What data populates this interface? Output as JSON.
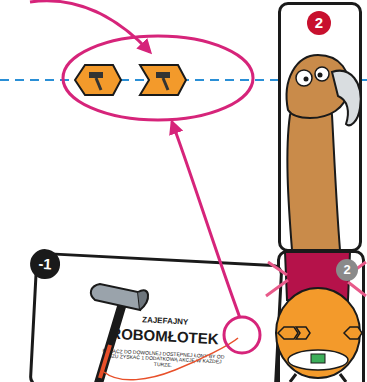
{
  "diagram": {
    "nodes": [
      {
        "text": [
          "2"
        ]
      },
      {
        "text": [
          "2"
        ]
      },
      {
        "text": [
          "-1",
          "ZAJEFAJNY",
          "ROBOMŁOTEK",
          "POŁĄCZ DO DOWOLNEJ DOSTĘPNEJ ŁONY BY OD RAZU ZYSKAĆ 1 DODATKOWĄ AKCJĘ W KAŻDEJ TURZE."
        ]
      }
    ]
  }
}
